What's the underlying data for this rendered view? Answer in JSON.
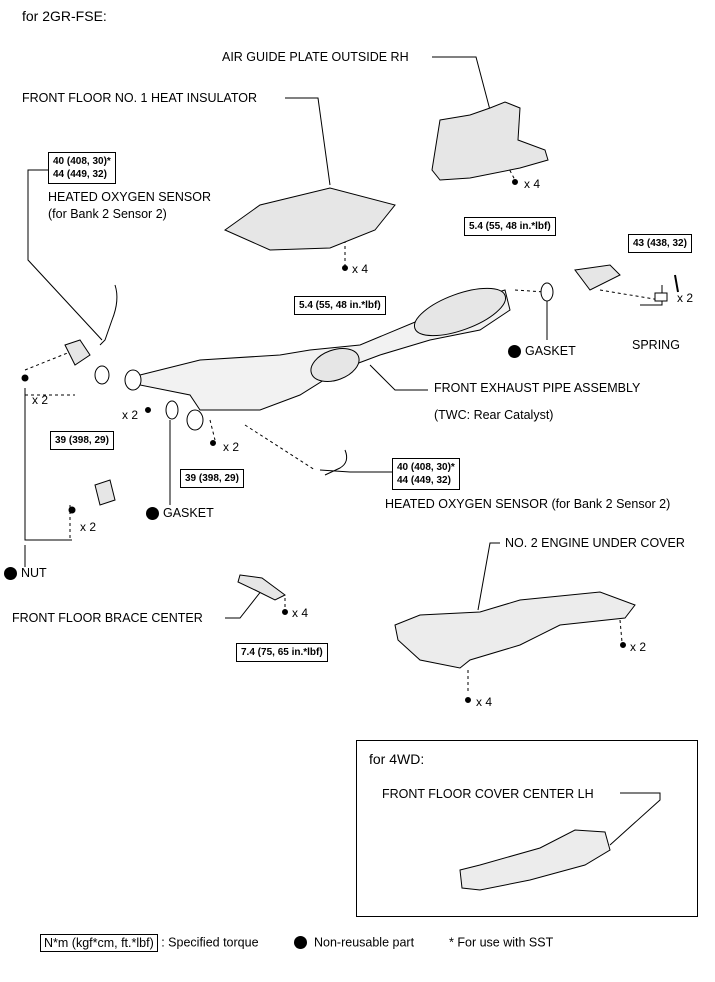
{
  "title": "for 2GR-FSE:",
  "labels": {
    "air_guide": "AIR GUIDE PLATE OUTSIDE RH",
    "front_floor_insulator": "FRONT FLOOR NO. 1 HEAT INSULATOR",
    "heated_o2_b2s2_title": "HEATED  OXYGEN SENSOR",
    "heated_o2_b2s2_sub": "(for Bank 2 Sensor 2)",
    "gasket_right": "GASKET",
    "spring": "SPRING",
    "front_exhaust": "FRONT EXHAUST PIPE ASSEMBLY",
    "twc": "(TWC: Rear Catalyst)",
    "gasket_left": "GASKET",
    "heated_o2_lower": "HEATED OXYGEN SENSOR (for Bank 2 Sensor 2)",
    "nut": "NUT",
    "no2_under_cover": "NO. 2 ENGINE UNDER COVER",
    "front_floor_brace": "FRONT FLOOR BRACE CENTER"
  },
  "torques": {
    "o2_upper": [
      "40 (408, 30)*",
      "44 (449, 32)"
    ],
    "air_guide": "5.4 (55, 48 in.*lbf)",
    "insulator": "5.4 (55, 48 in.*lbf)",
    "spring_bolt": "43 (438, 32)",
    "flange_left": "39 (398, 29)",
    "flange_mid": "39 (398, 29)",
    "o2_lower": [
      "40 (408, 30)*",
      "44 (449, 32)"
    ],
    "brace": "7.4 (75, 65 in.*lbf)"
  },
  "multipliers": {
    "air_guide": "x 4",
    "insulator": "x 4",
    "spring": "x 2",
    "nut_upper": "x 2",
    "flange_left": "x 2",
    "flange_mid": "x 2",
    "nut_lower": "x 2",
    "brace": "x 4",
    "cover_right": "x 2",
    "cover_bottom": "x 4"
  },
  "panel_4wd": {
    "title": "for 4WD:",
    "part": "FRONT FLOOR COVER CENTER LH"
  },
  "legend": {
    "torque_box": "N*m (kgf*cm, ft.*lbf)",
    "torque_text": ": Specified torque",
    "nonreusable": "Non-reusable part",
    "sst": "* For use with SST"
  }
}
